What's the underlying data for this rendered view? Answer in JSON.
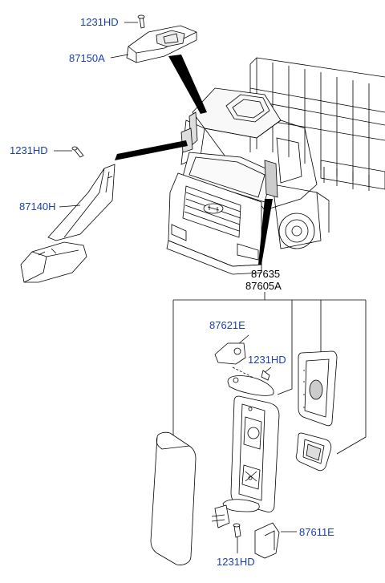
{
  "labels": {
    "hd_top": "1231HD",
    "p87150A": "87150A",
    "hd_left": "1231HD",
    "p87140H": "87140H",
    "p87635": "87635",
    "p87605A": "87605A",
    "p87621E": "87621E",
    "hd_mid": "1231HD",
    "p87611E": "87611E",
    "hd_bottom": "1231HD"
  },
  "colors": {
    "label_blue": "#1a3fb0",
    "line": "#000000"
  }
}
